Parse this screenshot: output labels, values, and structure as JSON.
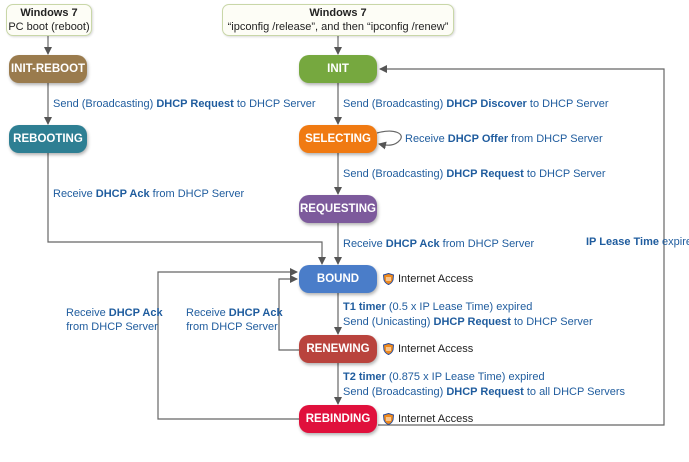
{
  "top_left_box": {
    "title": "Windows 7",
    "subtitle": "PC boot (reboot)"
  },
  "top_right_box": {
    "title": "Windows 7",
    "subtitle": "“ipconfig /release”, and then “ipconfig /renew”"
  },
  "states": {
    "init_reboot": {
      "label": "INIT-REBOOT",
      "color": "#9a7b4d"
    },
    "rebooting": {
      "label": "REBOOTING",
      "color": "#2e7f93"
    },
    "init": {
      "label": "INIT",
      "color": "#76a83f"
    },
    "selecting": {
      "label": "SELECTING",
      "color": "#f07a12"
    },
    "requesting": {
      "label": "REQUESTING",
      "color": "#7d5a9c"
    },
    "bound": {
      "label": "BOUND",
      "color": "#4a7dc9"
    },
    "renewing": {
      "label": "RENEWING",
      "color": "#b9433d"
    },
    "rebinding": {
      "label": "REBINDING",
      "color": "#e0103c"
    }
  },
  "labels": {
    "initreboot_to_rebooting": {
      "pre": "Send (Broadcasting) ",
      "bold": "DHCP Request",
      "post": " to DHCP Server"
    },
    "rebooting_to_bound": {
      "pre": "Receive ",
      "bold": "DHCP Ack",
      "post": " from DHCP Server"
    },
    "init_to_selecting": {
      "pre": "Send (Broadcasting) ",
      "bold": "DHCP Discover",
      "post": " to DHCP Server"
    },
    "selecting_loop": {
      "pre": "Receive ",
      "bold": "DHCP Offer",
      "post": " from DHCP Server"
    },
    "selecting_to_requesting": {
      "pre": "Send (Broadcasting) ",
      "bold": "DHCP Request",
      "post": " to DHCP Server"
    },
    "requesting_to_bound": {
      "pre": "Receive ",
      "bold": "DHCP Ack",
      "post": " from DHCP Server"
    },
    "bound_to_renewing_1": {
      "pre": "",
      "bold": "T1 timer",
      "post": " (0.5 x IP Lease Time) expired"
    },
    "bound_to_renewing_2": {
      "pre": "Send (Unicasting) ",
      "bold": "DHCP Request",
      "post": " to DHCP Server"
    },
    "renewing_to_rebinding_1": {
      "pre": "",
      "bold": "T2 timer",
      "post": " (0.875 x IP Lease Time) expired"
    },
    "renewing_to_rebinding_2": {
      "pre": "Send (Broadcasting) ",
      "bold": "DHCP Request",
      "post": " to all DHCP Servers"
    },
    "renewing_ack": {
      "pre": "Receive ",
      "bold": "DHCP Ack",
      "post": "",
      "line2": "from DHCP Server"
    },
    "rebinding_ack": {
      "pre": "Receive ",
      "bold": "DHCP Ack",
      "post": "",
      "line2": "from DHCP Server"
    },
    "lease_expired": {
      "pre": "",
      "bold": "IP Lease Time",
      "post": " expired"
    }
  },
  "internet_access": "Internet Access"
}
